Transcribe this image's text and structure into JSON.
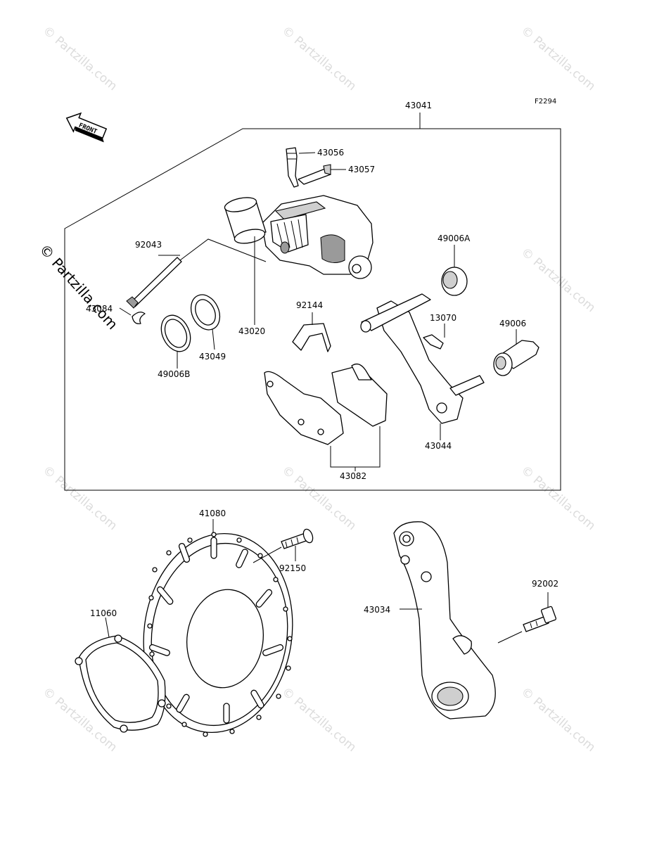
{
  "figure_code": "F2294",
  "front_label": "FRONT",
  "watermark": "© Partzilla.com",
  "callouts": [
    {
      "id": "43041",
      "text": "43041"
    },
    {
      "id": "43056",
      "text": "43056"
    },
    {
      "id": "43057",
      "text": "43057"
    },
    {
      "id": "92043",
      "text": "92043"
    },
    {
      "id": "43084",
      "text": "43084"
    },
    {
      "id": "43020",
      "text": "43020"
    },
    {
      "id": "43049",
      "text": "43049"
    },
    {
      "id": "49006B",
      "text": "49006B"
    },
    {
      "id": "92144",
      "text": "92144"
    },
    {
      "id": "49006A",
      "text": "49006A"
    },
    {
      "id": "13070",
      "text": "13070"
    },
    {
      "id": "49006",
      "text": "49006"
    },
    {
      "id": "43044",
      "text": "43044"
    },
    {
      "id": "43082",
      "text": "43082"
    },
    {
      "id": "41080",
      "text": "41080"
    },
    {
      "id": "92150",
      "text": "92150"
    },
    {
      "id": "92002",
      "text": "92002"
    },
    {
      "id": "43034",
      "text": "43034"
    },
    {
      "id": "11060",
      "text": "11060"
    }
  ]
}
